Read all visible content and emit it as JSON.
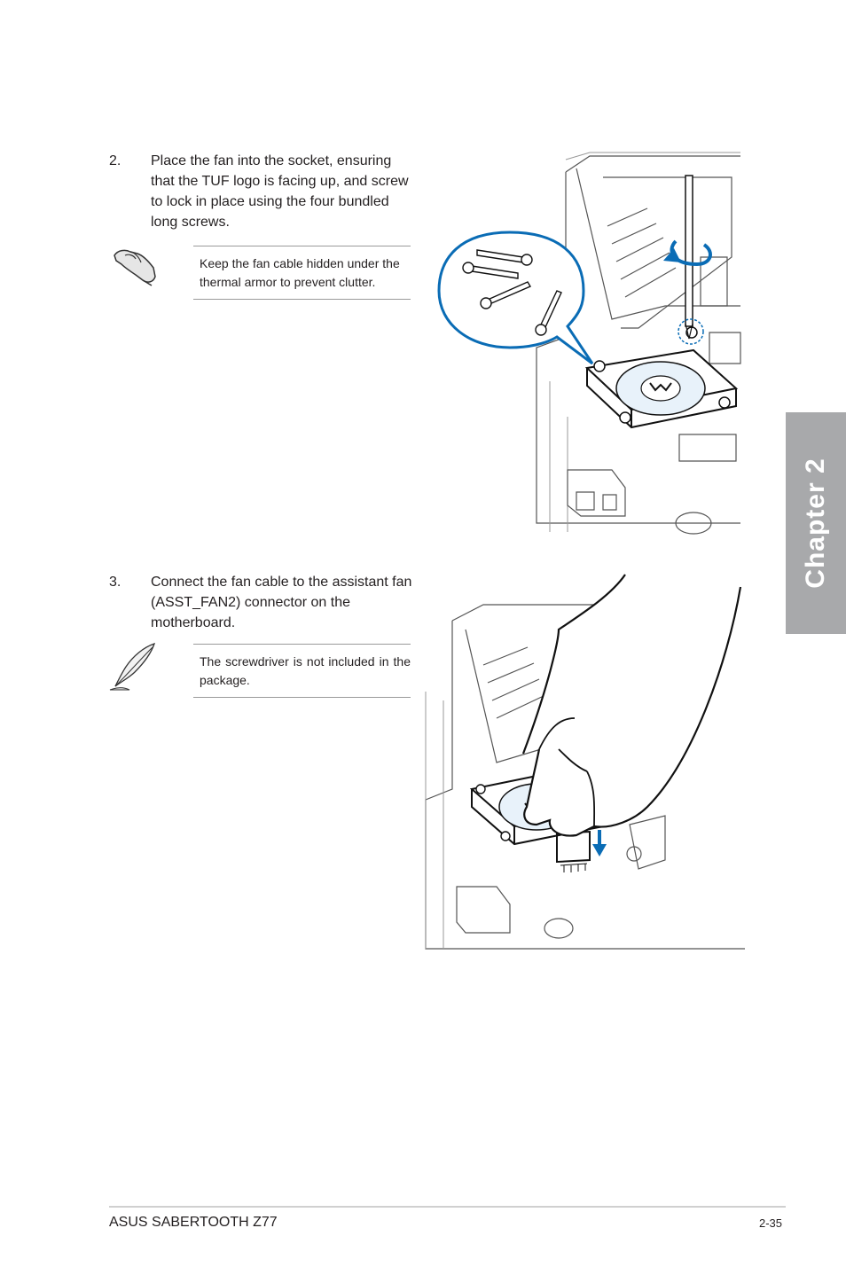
{
  "steps": [
    {
      "number": "2.",
      "text": "Place the fan into the socket, ensuring that the TUF logo is facing up, and screw to lock in place using the four bundled long screws."
    },
    {
      "number": "3.",
      "text": "Connect the fan cable to the assistant fan (ASST_FAN2) connector on the motherboard."
    }
  ],
  "notes": [
    {
      "text": "Keep the fan cable hidden under the thermal armor to prevent clutter.",
      "icon": "hand-pointer-icon"
    },
    {
      "text": "The screwdriver is not included in the package.",
      "icon": "feather-quill-icon"
    }
  ],
  "chapter_tab": {
    "label": "Chapter 2",
    "color": "#a8a9ab"
  },
  "footer": {
    "product": "ASUS SABERTOOTH Z77",
    "page": "2-35"
  },
  "colors": {
    "accent_blue": "#0a6cb5",
    "text": "#231f20"
  }
}
